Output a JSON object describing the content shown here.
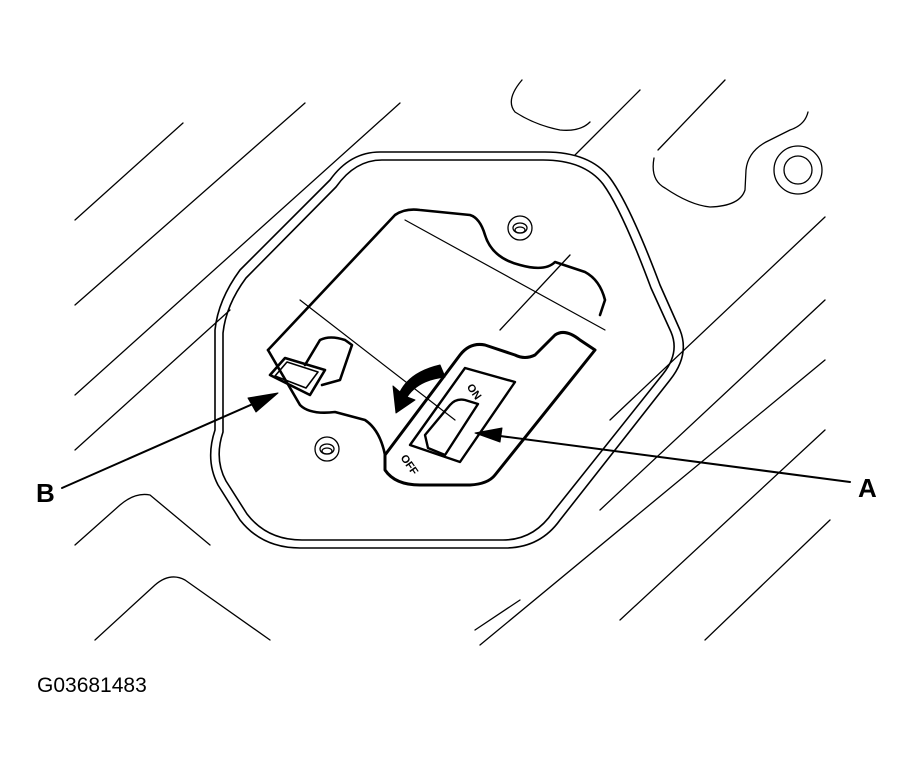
{
  "diagram": {
    "callouts": {
      "a": {
        "label": "A",
        "target": "switch"
      },
      "b": {
        "label": "B",
        "target": "release-tab"
      }
    },
    "switch_text": {
      "on": "ON",
      "off": "OFF"
    },
    "figure_code": "G03681483",
    "colors": {
      "line": "#000000",
      "background": "#ffffff"
    }
  }
}
